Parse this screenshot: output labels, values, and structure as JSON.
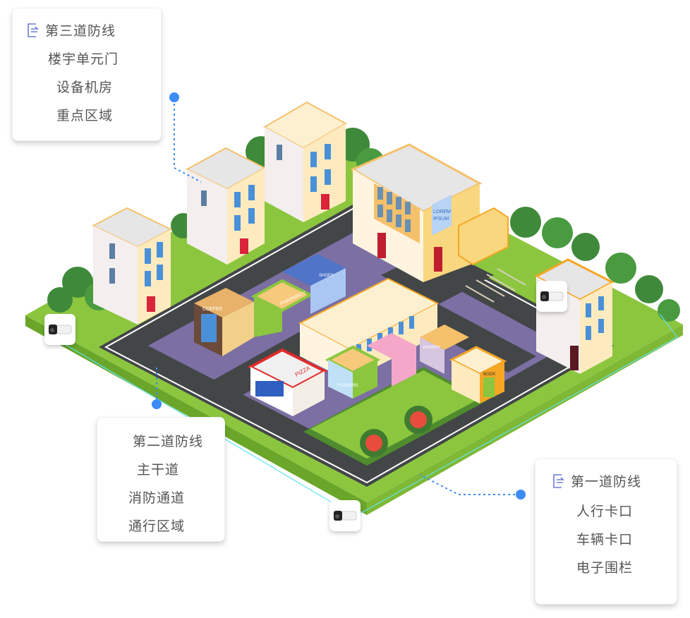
{
  "cards": {
    "third_line": {
      "title": "第三道防线",
      "items": [
        "楼宇单元门",
        "设备机房",
        "重点区域"
      ],
      "icon": "exchange-doc-icon"
    },
    "second_line": {
      "title": "第二道防线",
      "items": [
        "主干道",
        "消防通道",
        "通行区域"
      ]
    },
    "first_line": {
      "title": "第一道防线",
      "items": [
        "人行卡口",
        "车辆卡口",
        "电子围栏"
      ],
      "icon": "exchange-doc-icon"
    }
  },
  "cameras": [
    {
      "name": "camera-west",
      "icon": "bullet-camera-icon"
    },
    {
      "name": "camera-east",
      "icon": "bullet-camera-icon"
    },
    {
      "name": "camera-south",
      "icon": "bullet-camera-icon"
    }
  ],
  "signs": {
    "coffee": "COFFEE",
    "pharmacy": "PHARMACY",
    "shoes": "SHOES",
    "pizza": "PIZZA",
    "flowers": "FLOWERS",
    "bakery": "BAKERY",
    "book": "BOOK",
    "billboard_1": "LOREM",
    "billboard_2": "IPSUM"
  },
  "colors": {
    "accent": "#3c8cf5",
    "grass": "#8cc63f",
    "grass_dark": "#6aa62a",
    "road": "#434647",
    "sidewalk": "#7b6fa3",
    "fence_line": "#63e3f0",
    "text": "#555555",
    "icon": "#6b7fd7"
  }
}
